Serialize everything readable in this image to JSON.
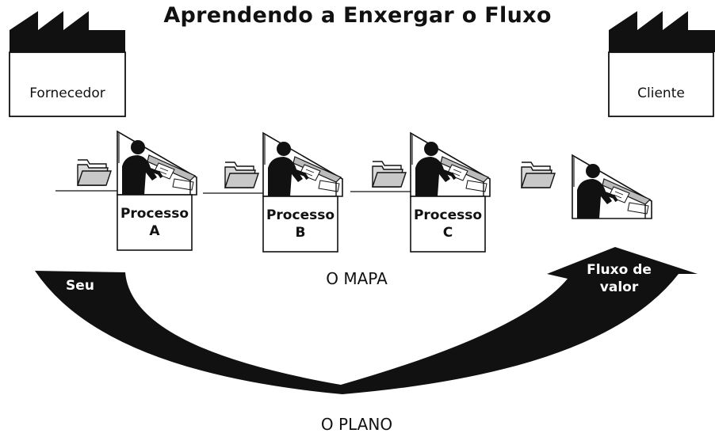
{
  "title": "Aprendendo a Enxergar o Fluxo",
  "supplier": {
    "label": "Fornecedor",
    "icon": "factory-icon"
  },
  "customer": {
    "label": "Cliente",
    "icon": "factory-icon"
  },
  "processes": [
    {
      "name": "Processo",
      "letter": "A"
    },
    {
      "name": "Processo",
      "letter": "B"
    },
    {
      "name": "Processo",
      "letter": "C"
    }
  ],
  "map_label": "O MAPA",
  "plan_label": "O PLANO",
  "arrow": {
    "start_label": "Seu",
    "end_label_line1": "Fluxo de",
    "end_label_line2": "valor"
  },
  "icons": {
    "folder": "folder-icon",
    "worker": "worker-at-desk-icon"
  },
  "colors": {
    "ink": "#111111",
    "paper": "#ffffff",
    "shade": "#bdbdbd"
  }
}
